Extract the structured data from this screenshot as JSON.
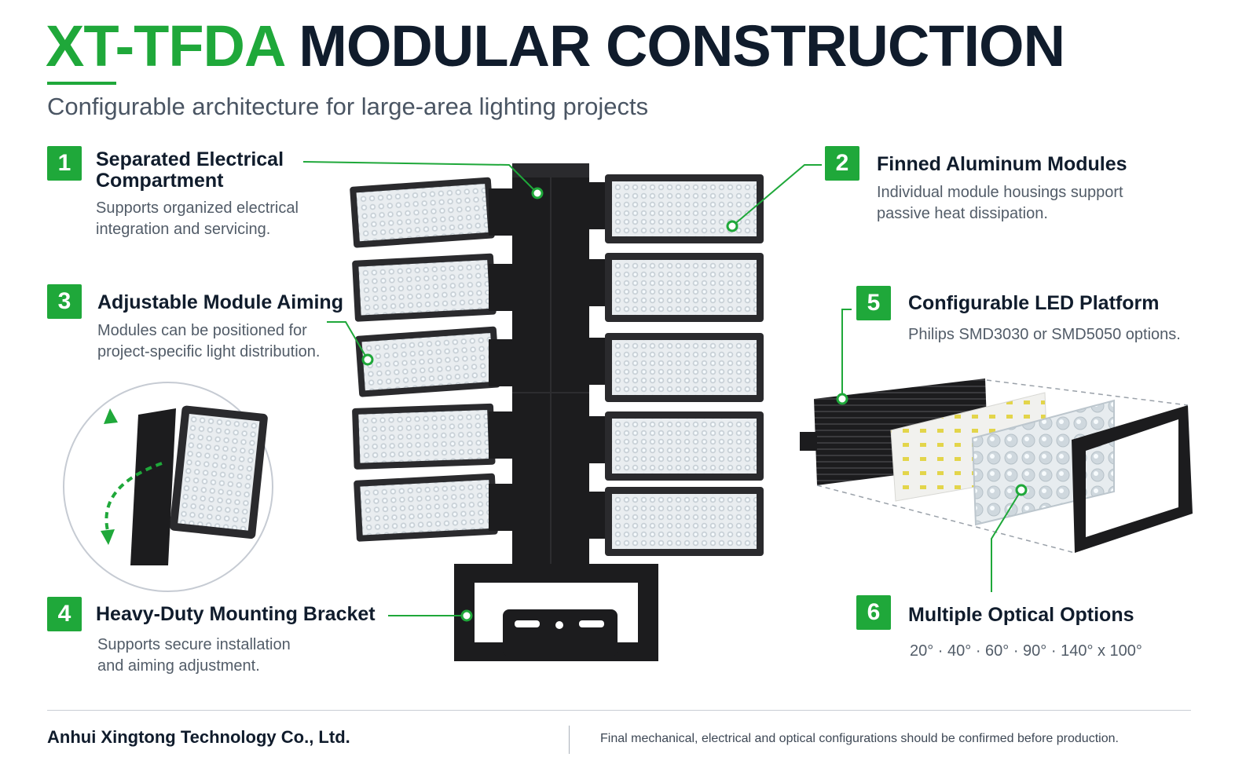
{
  "header": {
    "title_accent": "XT-TFDA",
    "title_main": "MODULAR CONSTRUCTION",
    "subtitle": "Configurable architecture for large-area lighting projects"
  },
  "features": [
    {
      "number": "1",
      "title_line1": "Separated Electrical",
      "title_line2": "Compartment",
      "desc_line1": "Supports organized electrical",
      "desc_line2": "integration and servicing."
    },
    {
      "number": "2",
      "title_line1": "Finned Aluminum Modules",
      "desc_line1": "Individual module housings support",
      "desc_line2": "passive heat dissipation."
    },
    {
      "number": "3",
      "title_line1": "Adjustable Module Aiming",
      "desc_line1": "Modules can be positioned for",
      "desc_line2": "project-specific light distribution."
    },
    {
      "number": "4",
      "title_line1": "Heavy-Duty Mounting Bracket",
      "desc_line1": "Supports secure installation",
      "desc_line2": "and aiming adjustment."
    },
    {
      "number": "5",
      "title_line1": "Configurable LED Platform",
      "desc_line1": "Philips SMD3030 or SMD5050 options."
    },
    {
      "number": "6",
      "title_line1": "Multiple Optical Options",
      "desc_line1": "20° · 40° · 60° · 90° · 140° x 100°"
    }
  ],
  "footer": {
    "company": "Anhui Xingtong Technology Co., Ltd.",
    "disclaimer": "Final mechanical, electrical and optical configurations should be confirmed before production."
  },
  "colors": {
    "accent": "#1fa83a",
    "heading": "#101c2c",
    "body": "#525c68",
    "product": "#1c1c1e"
  },
  "icons": [
    "aiming-arrow-icon"
  ]
}
